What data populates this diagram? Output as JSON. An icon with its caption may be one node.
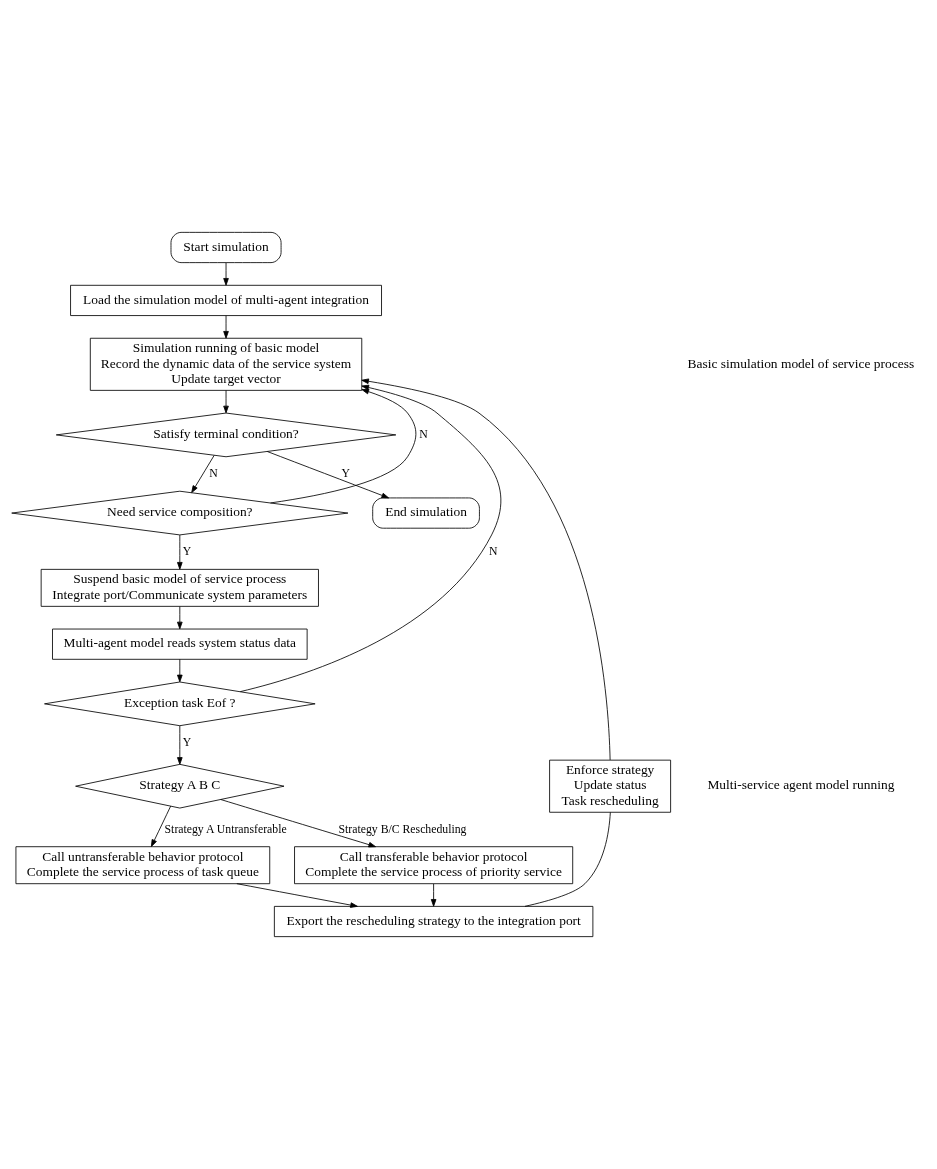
{
  "diagram": {
    "nodes": [
      {
        "text": [
          "Start simulation"
        ]
      },
      {
        "text": [
          "Load the simulation model of multi-agent integration"
        ]
      },
      {
        "text": [
          "Simulation running of basic model",
          "Record the dynamic data of the service system",
          "Update target vector"
        ]
      },
      {
        "text": [
          "Satisfy terminal condition?"
        ]
      },
      {
        "text": [
          "Need service composition?"
        ]
      },
      {
        "text": [
          "Suspend basic model of service process",
          "Integrate port/Communicate system parameters"
        ]
      },
      {
        "text": [
          "Multi-agent model reads system status data"
        ]
      },
      {
        "text": [
          "Exception task Eof ?"
        ]
      },
      {
        "text": [
          "Strategy A B C"
        ]
      },
      {
        "text": [
          "Call untransferable behavior protocol",
          "Complete the service process of task queue"
        ]
      },
      {
        "text": [
          "Call transferable behavior protocol",
          "Complete the service process of priority service"
        ]
      },
      {
        "text": [
          "Export the rescheduling strategy to the integration port"
        ]
      },
      {
        "text": [
          "Enforce strategy",
          "Update status",
          "Task rescheduling"
        ]
      },
      {
        "text": [
          "End simulation"
        ]
      }
    ],
    "edges": [
      {
        "from": 0,
        "to": 1,
        "arrow": "to"
      },
      {
        "from": 1,
        "to": 2,
        "arrow": "to"
      },
      {
        "from": 2,
        "to": 3,
        "arrow": "to"
      },
      {
        "from": 3,
        "to": 4,
        "arrow": "to",
        "label": "N"
      },
      {
        "from": 3,
        "to": 13,
        "arrow": "to",
        "label": "Y"
      },
      {
        "from": 4,
        "to": 2,
        "arrow": "to",
        "label": "N"
      },
      {
        "from": 4,
        "to": 5,
        "arrow": "to",
        "label": "Y"
      },
      {
        "from": 5,
        "to": 6,
        "arrow": "to"
      },
      {
        "from": 6,
        "to": 7,
        "arrow": "to"
      },
      {
        "from": 7,
        "to": 2,
        "arrow": "to",
        "label": "N"
      },
      {
        "from": 7,
        "to": 8,
        "arrow": "to",
        "label": "Y"
      },
      {
        "from": 8,
        "to": 9,
        "arrow": "to",
        "label": "Strategy A Untransferable"
      },
      {
        "from": 8,
        "to": 10,
        "arrow": "to",
        "label": "Strategy B/C Rescheduling"
      },
      {
        "from": 9,
        "to": 11,
        "arrow": "to"
      },
      {
        "from": 10,
        "to": 11,
        "arrow": "to"
      },
      {
        "from": 11,
        "to": 12,
        "arrow": "none"
      },
      {
        "from": 12,
        "to": 2,
        "arrow": "to"
      }
    ],
    "labels": [
      "Basic simulation model of service process",
      "Multi-service agent model running"
    ]
  }
}
